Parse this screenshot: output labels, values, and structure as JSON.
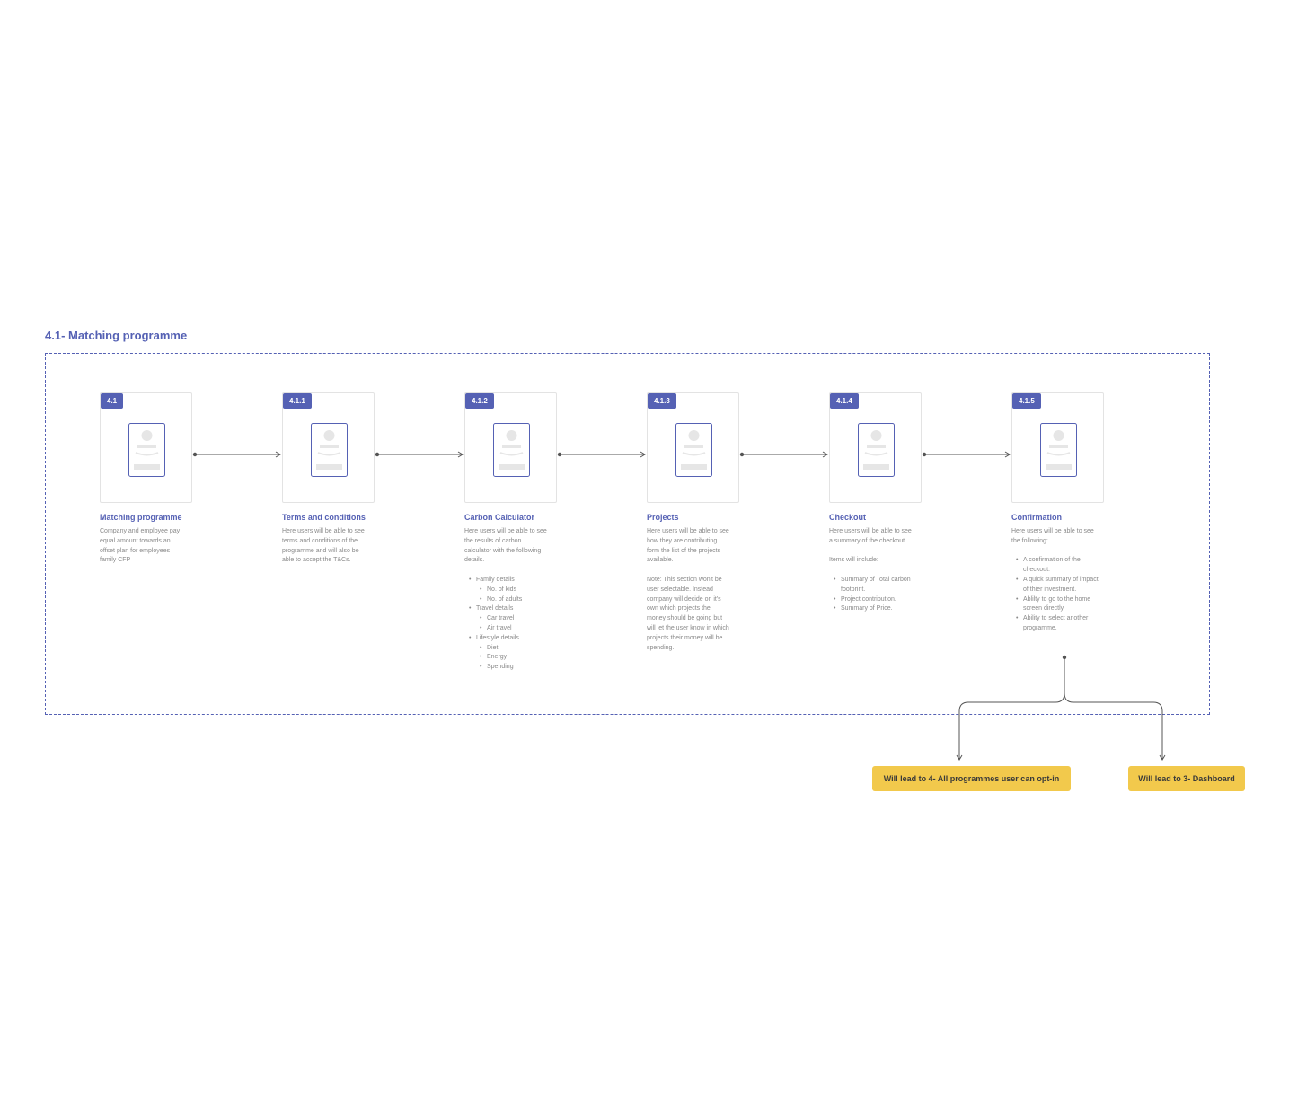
{
  "section_title": "4.1- Matching programme",
  "steps": [
    {
      "badge": "4.1",
      "title": "Matching programme",
      "desc": [
        "Company and employee pay",
        "equal amount towards an",
        "offset plan for employees",
        "family CFP"
      ]
    },
    {
      "badge": "4.1.1",
      "title": "Terms and conditions",
      "desc": [
        "Here users will be able to see",
        "terms and conditions of the",
        "programme and will also be",
        "able to accept the T&Cs."
      ]
    },
    {
      "badge": "4.1.2",
      "title": "Carbon Calculator",
      "desc": [
        "Here users will be able to see",
        "the results of carbon",
        "calculator with the following",
        "details."
      ],
      "list": [
        {
          "text": "Family details",
          "sub": false
        },
        {
          "text": "No. of kids",
          "sub": true
        },
        {
          "text": "No. of adults",
          "sub": true
        },
        {
          "text": "Travel details",
          "sub": false
        },
        {
          "text": "Car travel",
          "sub": true
        },
        {
          "text": "Air travel",
          "sub": true
        },
        {
          "text": "Lifestyle details",
          "sub": false
        },
        {
          "text": "Diet",
          "sub": true
        },
        {
          "text": "Energy",
          "sub": true
        },
        {
          "text": "Spending",
          "sub": true
        }
      ]
    },
    {
      "badge": "4.1.3",
      "title": "Projects",
      "desc": [
        "Here users will be able to see",
        "how they are contributing",
        "form the list of the projects",
        "available."
      ],
      "note": [
        "Note: This section won't be",
        "user selectable. Instead",
        "company will decide on it's",
        "own which projects the",
        "money should be going but",
        "will let the user know in which",
        "projects their money will be",
        "spending."
      ]
    },
    {
      "badge": "4.1.4",
      "title": "Checkout",
      "desc": [
        "Here users will be able to see",
        "a summary of the checkout."
      ],
      "note": [
        "Items will include:"
      ],
      "list": [
        {
          "text": "Summary of Total carbon footprint.",
          "sub": false
        },
        {
          "text": "Project contribution.",
          "sub": false
        },
        {
          "text": "Summary of Price.",
          "sub": false
        }
      ]
    },
    {
      "badge": "4.1.5",
      "title": "Confirmation",
      "desc": [
        "Here users will be able to see",
        "the following:"
      ],
      "list": [
        {
          "text": "A confirmation of the checkout.",
          "sub": false
        },
        {
          "text": "A quick summary of impact of thier investment.",
          "sub": false
        },
        {
          "text": "Ablilty to go to the home screen directly.",
          "sub": false
        },
        {
          "text": "Ability to select another programme.",
          "sub": false
        }
      ]
    }
  ],
  "leads": [
    {
      "label": "Will lead to 4- All programmes user can opt-in"
    },
    {
      "label": "Will lead to 3- Dashboard"
    }
  ],
  "colors": {
    "accent": "#5561b4",
    "lead_background": "#f2c94c",
    "connector": "#555555"
  }
}
